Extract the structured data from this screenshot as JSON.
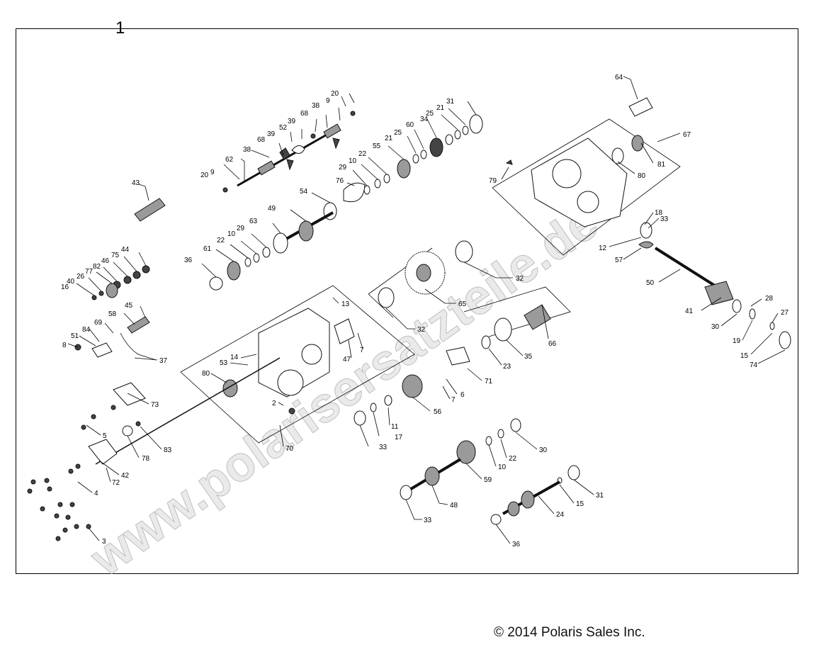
{
  "figure_number": "1",
  "copyright": "© 2014 Polaris Sales Inc.",
  "watermark": "www.polarisersatzteile.de",
  "callouts": [
    {
      "n": "20"
    },
    {
      "n": "9"
    },
    {
      "n": "38"
    },
    {
      "n": "68"
    },
    {
      "n": "39"
    },
    {
      "n": "39"
    },
    {
      "n": "52"
    },
    {
      "n": "68"
    },
    {
      "n": "38"
    },
    {
      "n": "62"
    },
    {
      "n": "20"
    },
    {
      "n": "9"
    },
    {
      "n": "31"
    },
    {
      "n": "21"
    },
    {
      "n": "25"
    },
    {
      "n": "34"
    },
    {
      "n": "60"
    },
    {
      "n": "25"
    },
    {
      "n": "21"
    },
    {
      "n": "55"
    },
    {
      "n": "22"
    },
    {
      "n": "10"
    },
    {
      "n": "29"
    },
    {
      "n": "76"
    },
    {
      "n": "54"
    },
    {
      "n": "43"
    },
    {
      "n": "49"
    },
    {
      "n": "63"
    },
    {
      "n": "29"
    },
    {
      "n": "10"
    },
    {
      "n": "22"
    },
    {
      "n": "61"
    },
    {
      "n": "36"
    },
    {
      "n": "44"
    },
    {
      "n": "75"
    },
    {
      "n": "46"
    },
    {
      "n": "82"
    },
    {
      "n": "77"
    },
    {
      "n": "26"
    },
    {
      "n": "40"
    },
    {
      "n": "16"
    },
    {
      "n": "45"
    },
    {
      "n": "58"
    },
    {
      "n": "69"
    },
    {
      "n": "84"
    },
    {
      "n": "51"
    },
    {
      "n": "8"
    },
    {
      "n": "37"
    },
    {
      "n": "64"
    },
    {
      "n": "67"
    },
    {
      "n": "81"
    },
    {
      "n": "80"
    },
    {
      "n": "79"
    },
    {
      "n": "18"
    },
    {
      "n": "33"
    },
    {
      "n": "12"
    },
    {
      "n": "57"
    },
    {
      "n": "50"
    },
    {
      "n": "32"
    },
    {
      "n": "65"
    },
    {
      "n": "32"
    },
    {
      "n": "13"
    },
    {
      "n": "7"
    },
    {
      "n": "47"
    },
    {
      "n": "14"
    },
    {
      "n": "53"
    },
    {
      "n": "80"
    },
    {
      "n": "2"
    },
    {
      "n": "70"
    },
    {
      "n": "66"
    },
    {
      "n": "35"
    },
    {
      "n": "23"
    },
    {
      "n": "71"
    },
    {
      "n": "6"
    },
    {
      "n": "7"
    },
    {
      "n": "56"
    },
    {
      "n": "11"
    },
    {
      "n": "17"
    },
    {
      "n": "33"
    },
    {
      "n": "41"
    },
    {
      "n": "28"
    },
    {
      "n": "30"
    },
    {
      "n": "27"
    },
    {
      "n": "19"
    },
    {
      "n": "15"
    },
    {
      "n": "74"
    },
    {
      "n": "73"
    },
    {
      "n": "5"
    },
    {
      "n": "83"
    },
    {
      "n": "78"
    },
    {
      "n": "42"
    },
    {
      "n": "72"
    },
    {
      "n": "4"
    },
    {
      "n": "3"
    },
    {
      "n": "30"
    },
    {
      "n": "22"
    },
    {
      "n": "10"
    },
    {
      "n": "59"
    },
    {
      "n": "48"
    },
    {
      "n": "33"
    },
    {
      "n": "31"
    },
    {
      "n": "15"
    },
    {
      "n": "24"
    },
    {
      "n": "36"
    }
  ]
}
